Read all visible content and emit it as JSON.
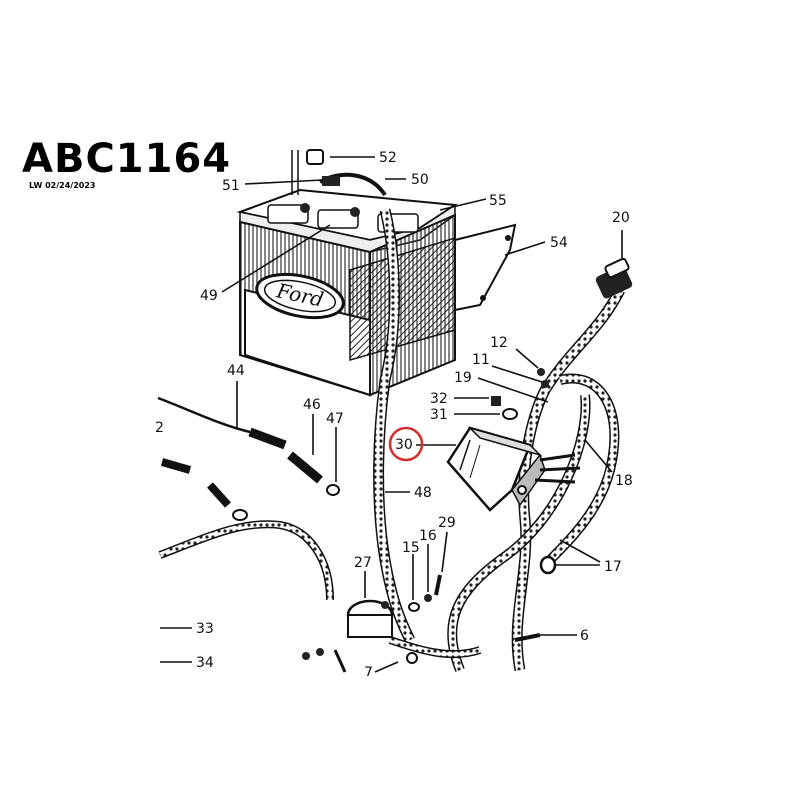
{
  "title": "ABC1164",
  "subtitle": "LW 02/24/2023",
  "highlight_part": "30",
  "highlight_color": "#d32f2f",
  "brand_emblem": "Ford",
  "parts": [
    "52",
    "51",
    "50",
    "55",
    "54",
    "20",
    "49",
    "12",
    "11",
    "19",
    "32",
    "31",
    "30",
    "18",
    "44",
    "46",
    "47",
    "2",
    "48",
    "29",
    "16",
    "15",
    "27",
    "17",
    "33",
    "34",
    "6",
    "7"
  ]
}
